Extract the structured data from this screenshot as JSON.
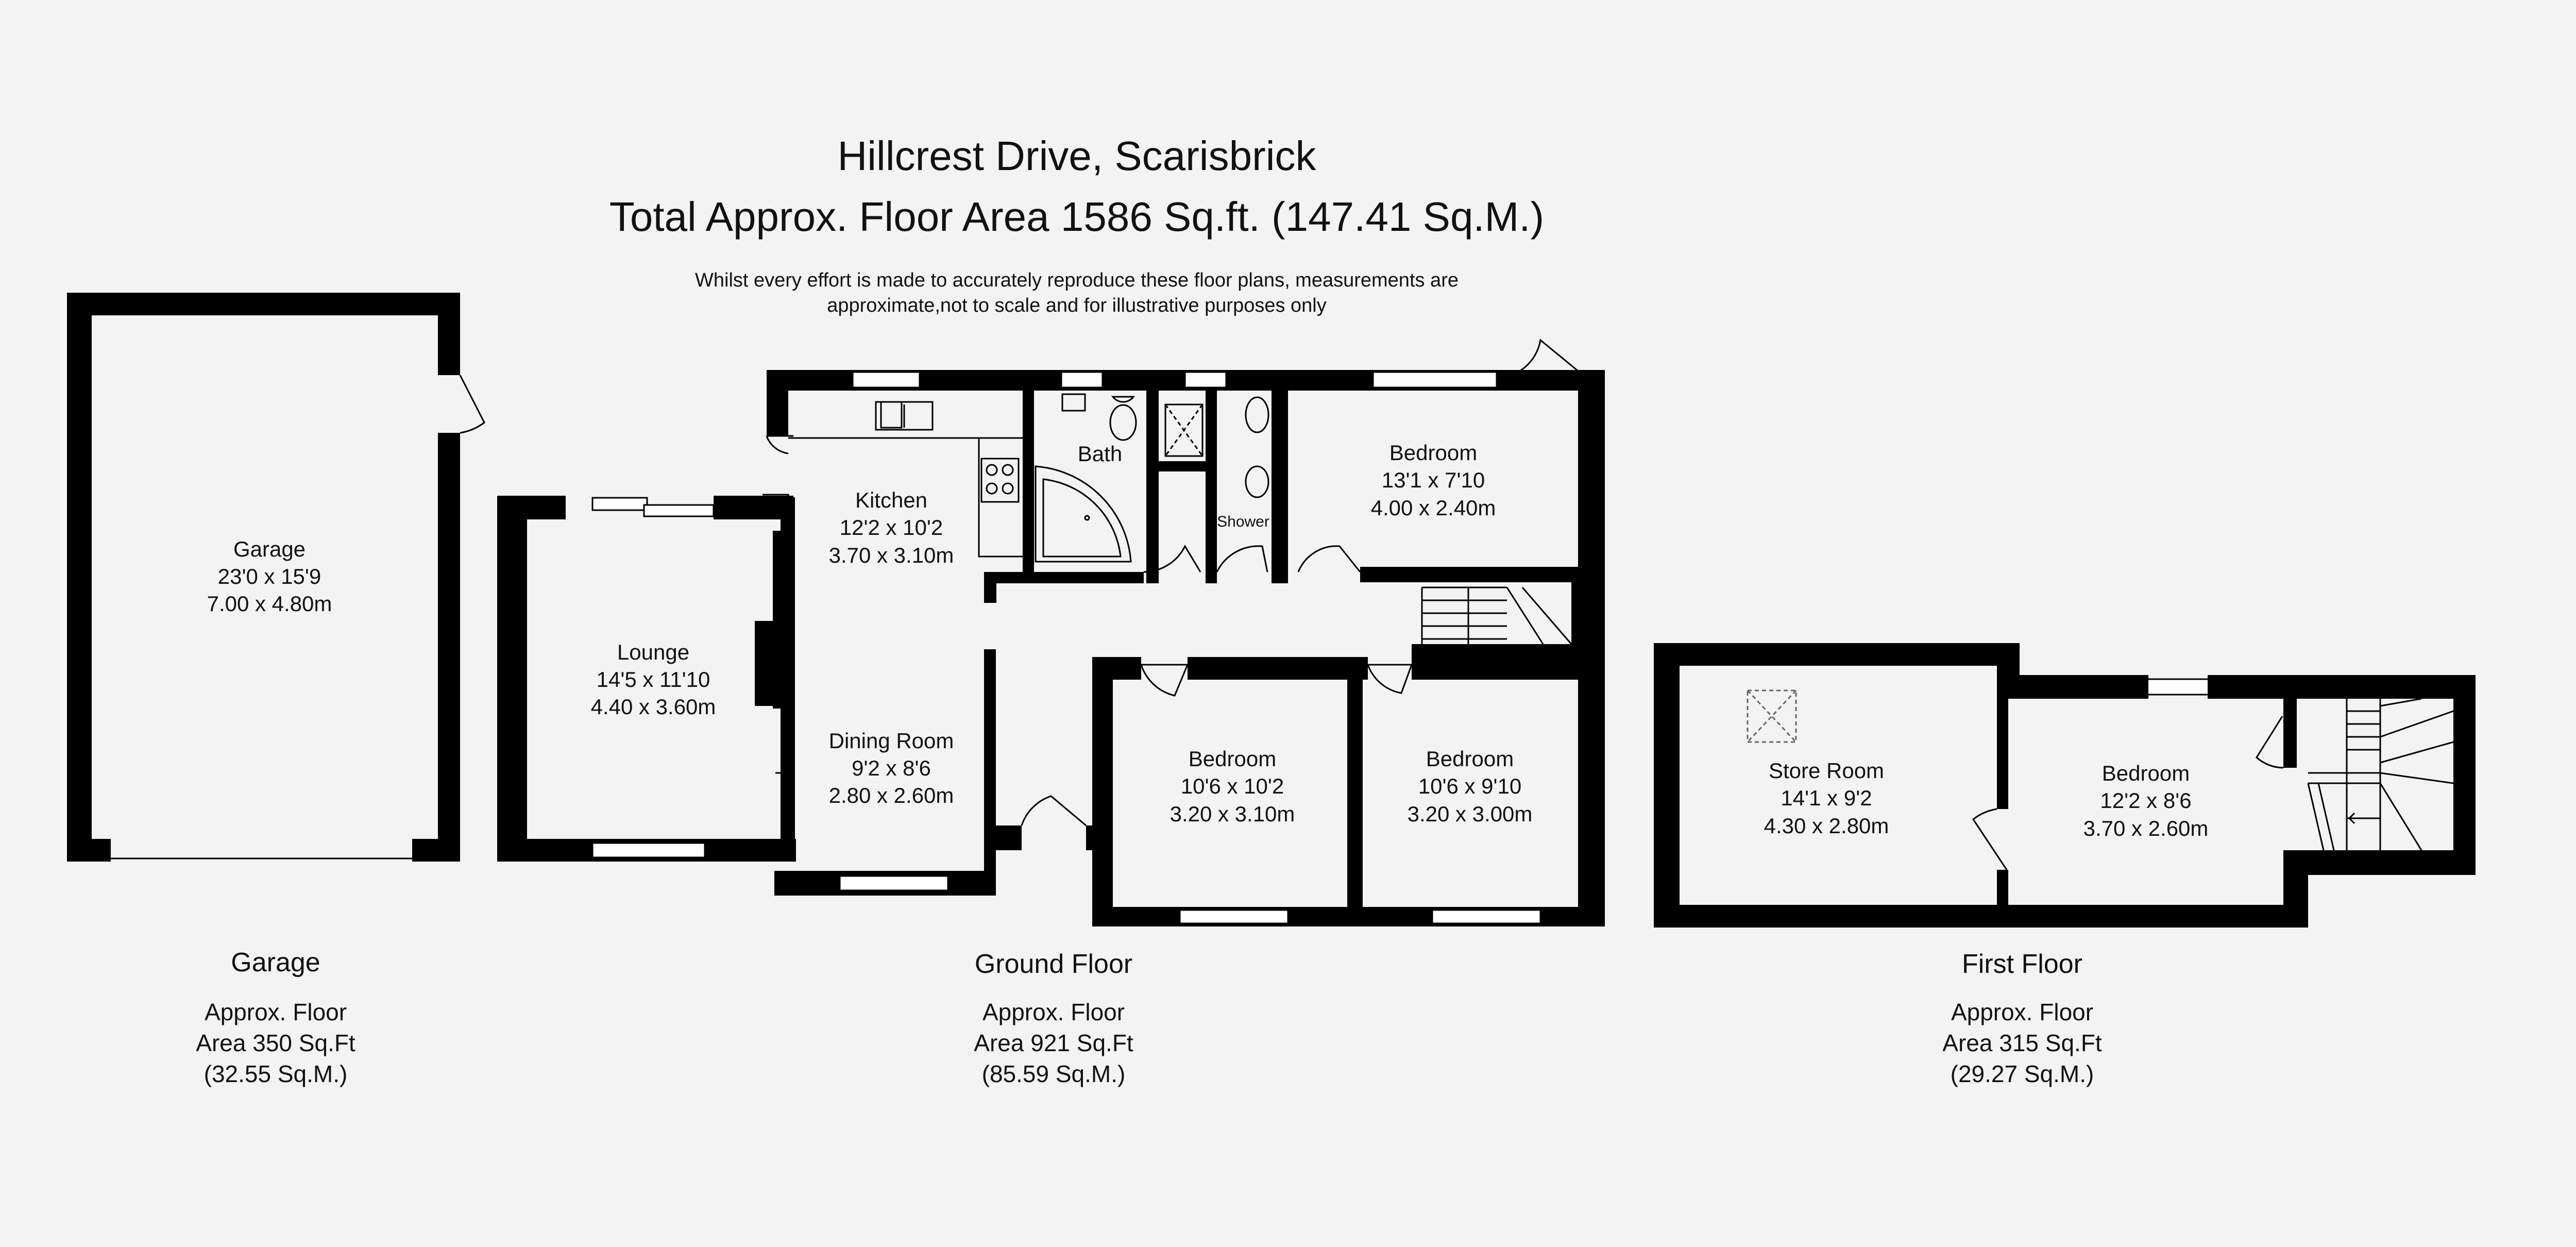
{
  "header": {
    "title": "Hillcrest Drive, Scarisbrick",
    "total_area": "Total Approx. Floor Area 1586 Sq.ft. (147.41 Sq.M.)",
    "disclaimer_line1": "Whilst every effort is made to accurately reproduce these floor plans, measurements are",
    "disclaimer_line2": "approximate,not to scale and for illustrative purposes only"
  },
  "rooms": {
    "garage": {
      "name": "Garage",
      "imperial": "23'0 x 15'9",
      "metric": "7.00 x 4.80m"
    },
    "lounge": {
      "name": "Lounge",
      "imperial": "14'5 x 11'10",
      "metric": "4.40 x 3.60m"
    },
    "kitchen": {
      "name": "Kitchen",
      "imperial": "12'2 x 10'2",
      "metric": "3.70 x 3.10m"
    },
    "dining": {
      "name": "Dining Room",
      "imperial": "9'2 x 8'6",
      "metric": "2.80 x 2.60m"
    },
    "bath": {
      "name": "Bath"
    },
    "shower": {
      "name": "Shower"
    },
    "bedroom_rear": {
      "name": "Bedroom",
      "imperial": "13'1 x 7'10",
      "metric": "4.00 x 2.40m"
    },
    "bedroom_front_left": {
      "name": "Bedroom",
      "imperial": "10'6 x 10'2",
      "metric": "3.20 x 3.10m"
    },
    "bedroom_front_right": {
      "name": "Bedroom",
      "imperial": "10'6 x 9'10",
      "metric": "3.20 x 3.00m"
    },
    "store_room": {
      "name": "Store Room",
      "imperial": "14'1 x 9'2",
      "metric": "4.30 x 2.80m"
    },
    "bedroom_first": {
      "name": "Bedroom",
      "imperial": "12'2 x 8'6",
      "metric": "3.70 x 2.60m"
    }
  },
  "floors": [
    {
      "label": "Garage",
      "area_line1": "Approx. Floor",
      "area_line2": "Area 350 Sq.Ft",
      "area_line3": "(32.55 Sq.M.)"
    },
    {
      "label": "Ground Floor",
      "area_line1": "Approx. Floor",
      "area_line2": "Area 921 Sq.Ft",
      "area_line3": "(85.59 Sq.M.)"
    },
    {
      "label": "First Floor",
      "area_line1": "Approx. Floor",
      "area_line2": "Area 315 Sq.Ft",
      "area_line3": "(29.27 Sq.M.)"
    }
  ],
  "colors": {
    "background": "#f3f3f3",
    "walls": "#000000",
    "text": "#111111"
  }
}
